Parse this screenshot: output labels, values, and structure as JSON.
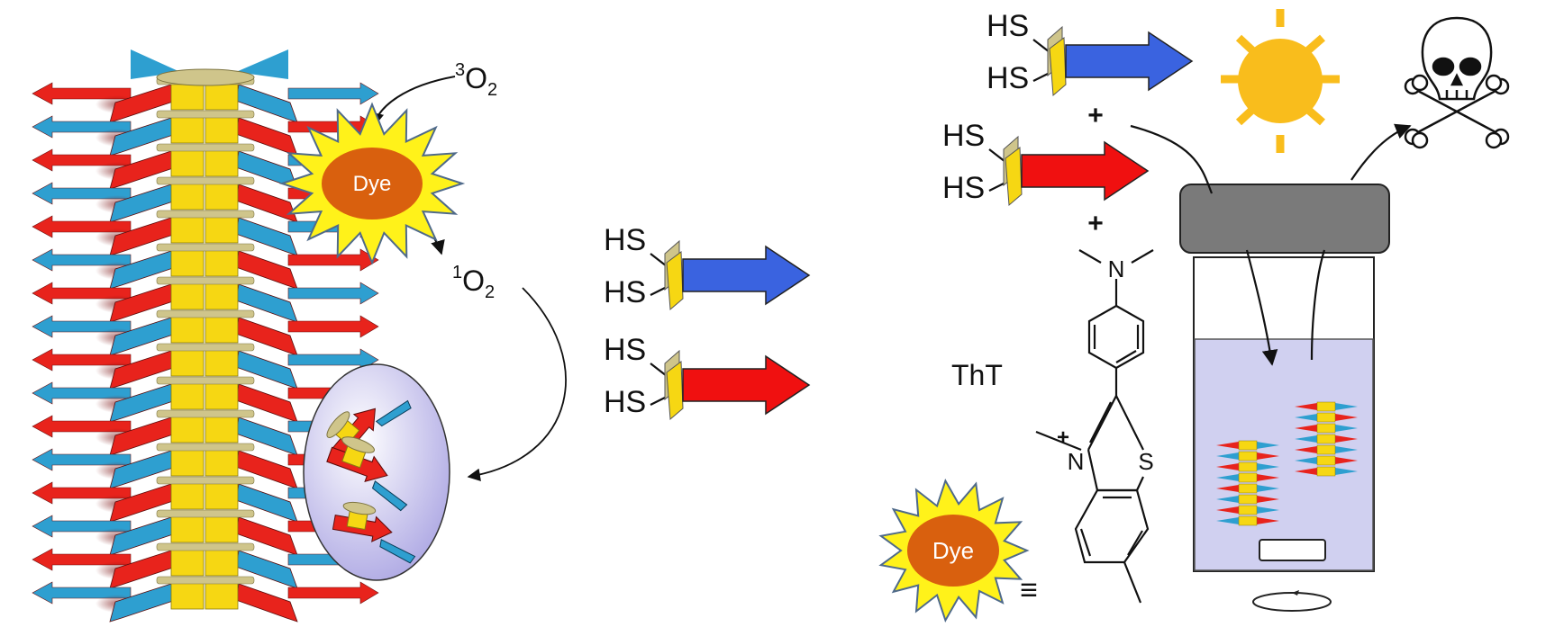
{
  "labels": {
    "triplet_oxygen": {
      "sup": "3",
      "base": "O",
      "sub": "2"
    },
    "singlet_oxygen": {
      "sup": "1",
      "base": "O",
      "sub": "2"
    },
    "dye": "Dye",
    "dye_legend": "Dye",
    "equiv": "≡",
    "hs": "HS",
    "plus": "+",
    "tht": "ThT",
    "n_dimethyl": "N",
    "n_thiazolium": "N",
    "charge_plus": "+",
    "sulfur": "S"
  },
  "icons": [
    "sun-icon",
    "skull-crossbones-icon",
    "stir-rotation-icon"
  ],
  "colors": {
    "red_strand": "#e8231c",
    "blue_strand": "#2e9fd0",
    "core_yellow": "#f6d713",
    "turn_tan": "#cfc58b",
    "arrow_blue": "#3a63e0",
    "arrow_red": "#f01010",
    "dye_orange": "#d9600e",
    "burst_yellow": "#fff21a",
    "sun": "#f9bd1c",
    "vial_liquid": "#d0d0f0",
    "vial_cap": "#7a7a7a",
    "oval_fill": "#c8c4ee"
  }
}
